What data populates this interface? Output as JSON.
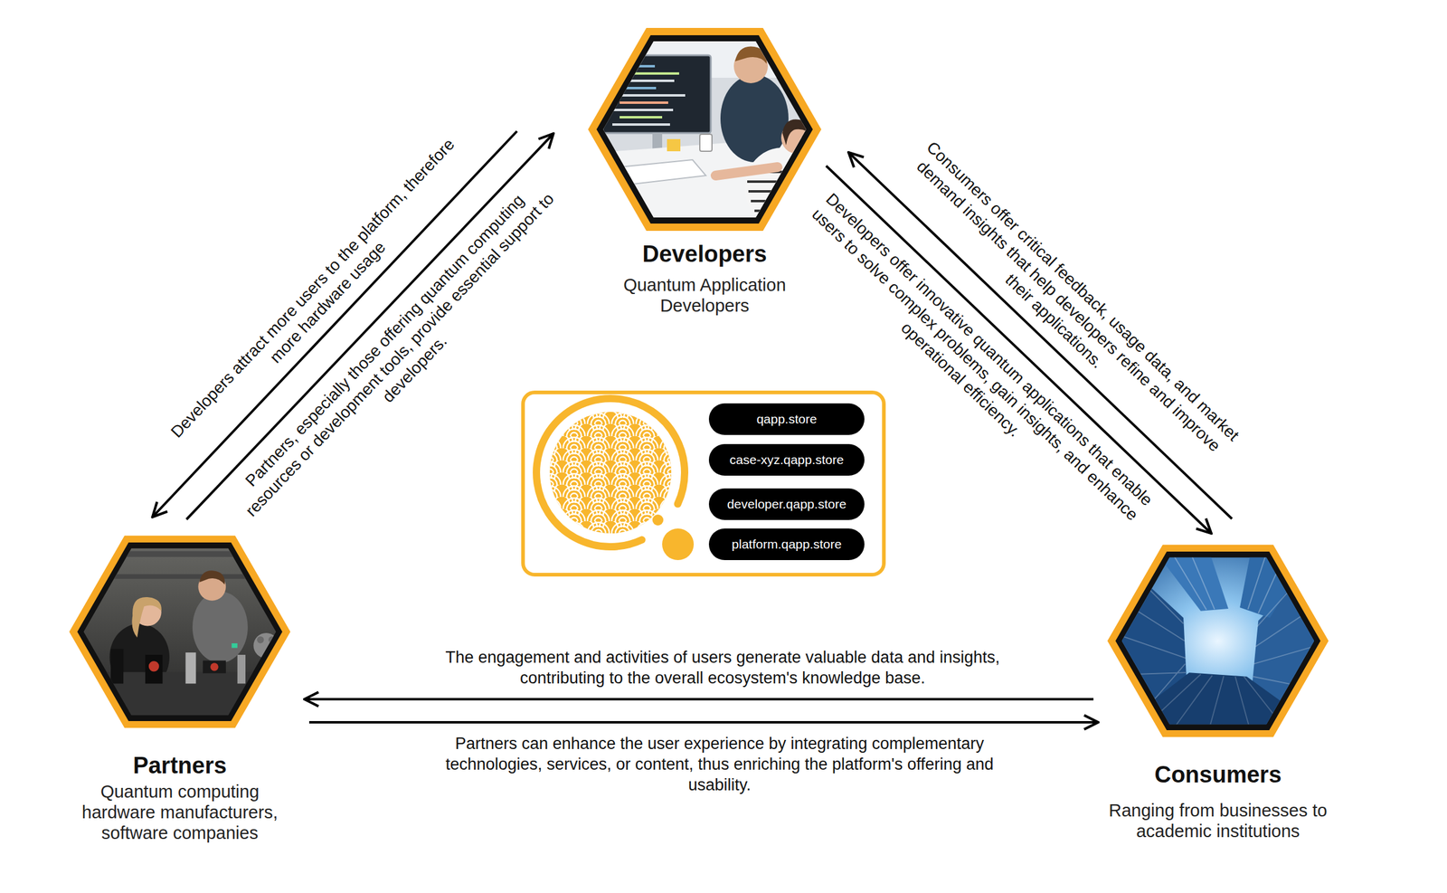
{
  "diagram": {
    "nodes": [
      {
        "text": [
          "Developers",
          "Quantum Application Developers"
        ]
      },
      {
        "text": []
      },
      {
        "text": [
          "qapp.store"
        ],
        "in": 1
      },
      {
        "text": [
          "case-xyz.qapp.store"
        ],
        "in": 1
      },
      {
        "text": [
          "developer.qapp.store"
        ],
        "in": 1
      },
      {
        "text": [
          "platform.qapp.store"
        ],
        "in": 1
      },
      {
        "text": [
          "Partners",
          "Quantum computing hardware manufacturers, software companies"
        ]
      },
      {
        "text": [
          "Consumers",
          "Ranging from businesses to academic institutions"
        ]
      }
    ],
    "edges": [
      {
        "from": 0,
        "to": 6,
        "arrow": "to",
        "label": "Developers attract more users to the platform, therefore more hardware usage"
      },
      {
        "from": 6,
        "to": 0,
        "arrow": "to",
        "label": "Partners, especially those offering quantum computing resources or development tools, provide essential support to developers."
      },
      {
        "from": 0,
        "to": 7,
        "arrow": "to",
        "label": "Developers offer innovative quantum applications that enable users to solve complex problems, gain insights, and enhance operational efficiency."
      },
      {
        "from": 7,
        "to": 0,
        "arrow": "to",
        "label": "Consumers offer critical feedback, usage data, and market demand insights that help developers refine and improve their applications."
      },
      {
        "from": 7,
        "to": 6,
        "arrow": "to",
        "label": "The engagement and activities of users generate valuable data and insights, contributing to the overall ecosystem's knowledge base."
      },
      {
        "from": 6,
        "to": 7,
        "arrow": "to",
        "label": "Partners can enhance the user experience by integrating complementary technologies, services, or content, thus enriching the platform's offering and usability."
      }
    ]
  }
}
